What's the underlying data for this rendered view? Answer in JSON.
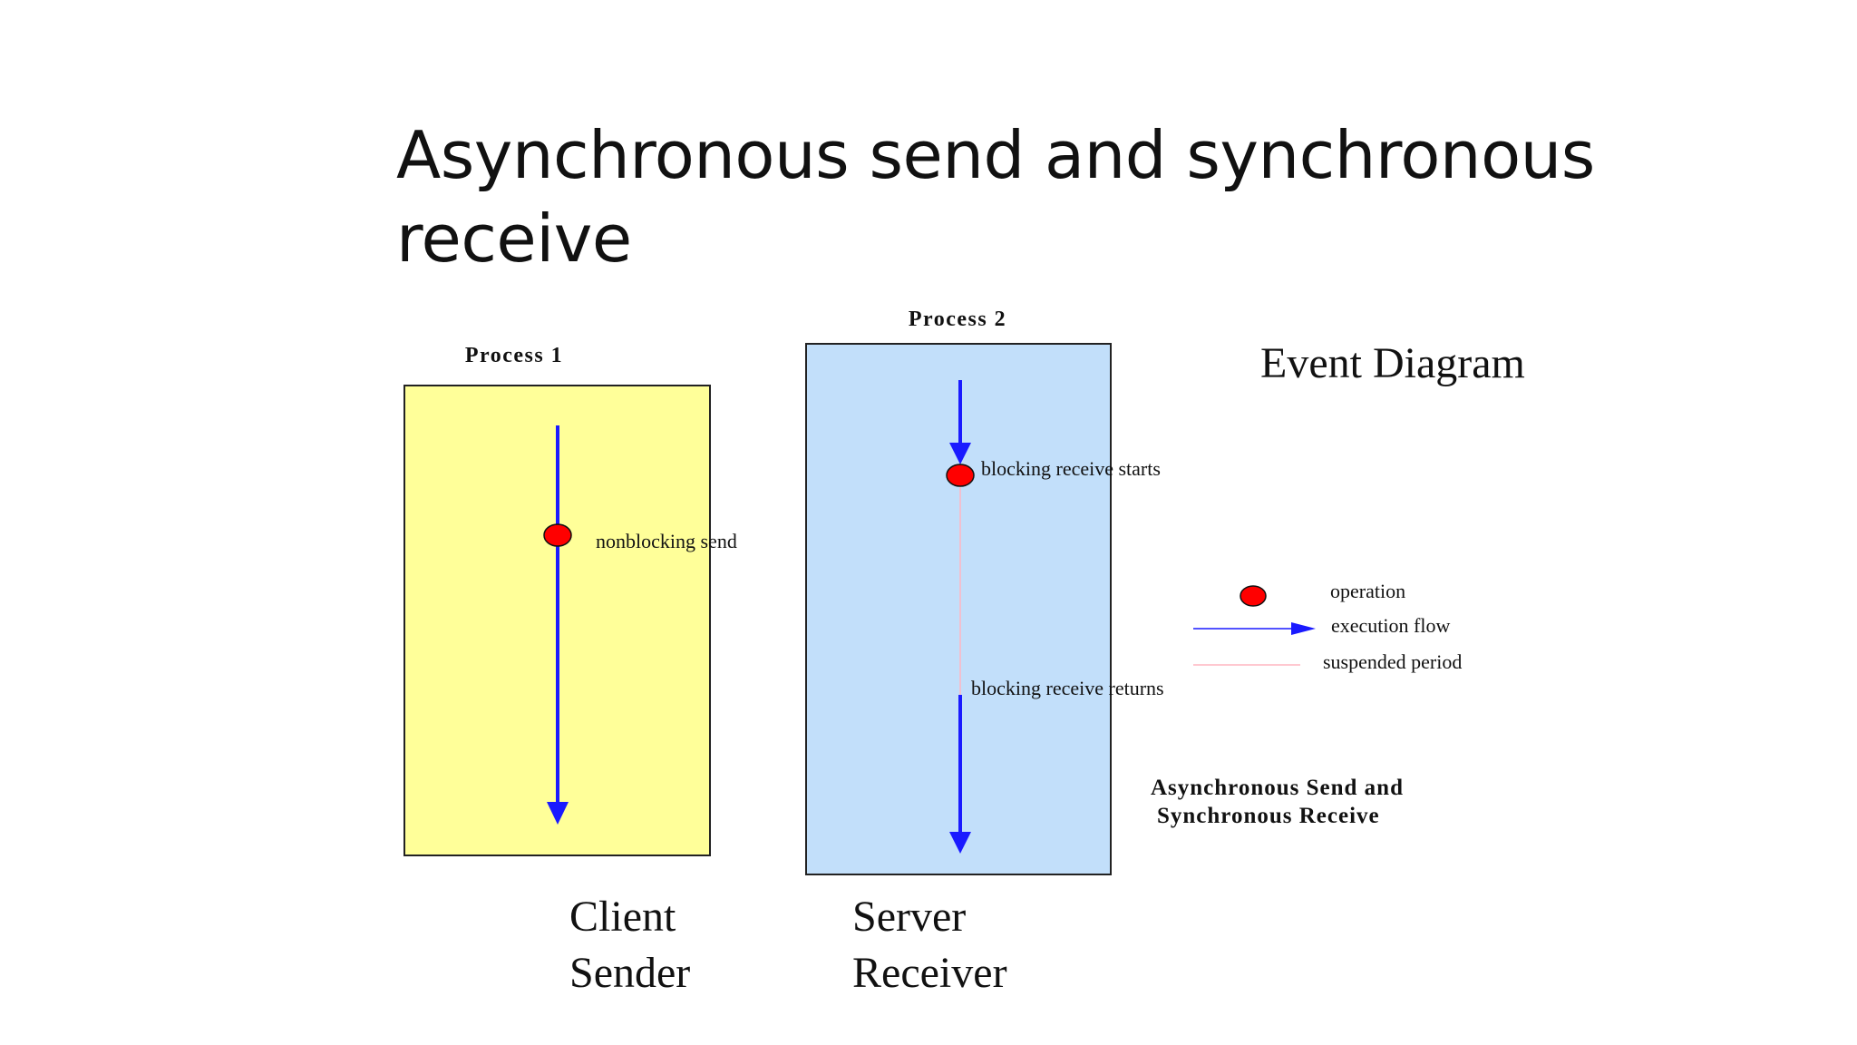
{
  "slide": {
    "title_line1": "Asynchronous send and synchronous",
    "title_line2": "receive"
  },
  "diagram": {
    "process1_label": "Process 1",
    "process2_label": "Process 2",
    "heading": "Event Diagram",
    "nonblocking_send": "nonblocking send",
    "receive_starts": "blocking receive starts",
    "receive_returns": "blocking receive returns",
    "caption_line1": "Asynchronous Send and",
    "caption_line2": "Synchronous Receive",
    "client_line1": "Client",
    "client_line2": "Sender",
    "server_line1": "Server",
    "server_line2": "Receiver",
    "colors": {
      "process1_fill": "#ffff99",
      "process2_fill": "#c2dffa",
      "flow": "#1a1aff",
      "operation": "#ff0000",
      "suspended": "#ffb6c1"
    }
  },
  "legend": {
    "operation": "operation",
    "execution_flow": "execution flow",
    "suspended_period": "suspended period"
  }
}
